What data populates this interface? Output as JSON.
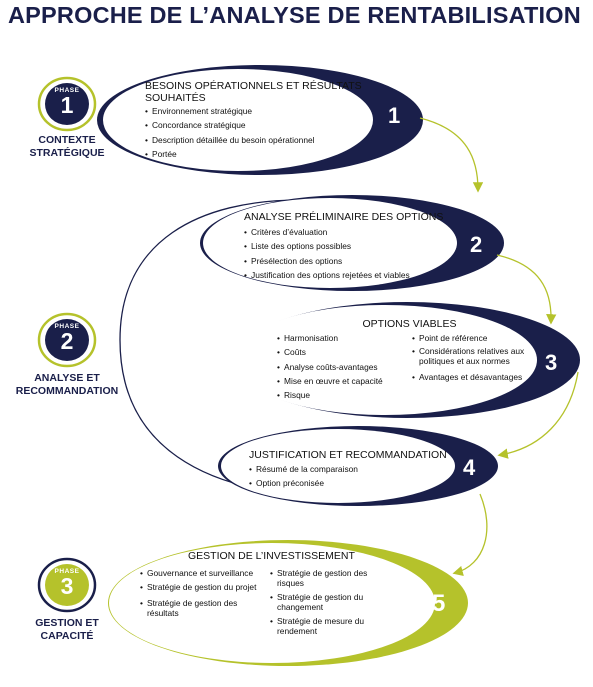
{
  "title": "APPROCHE DE L’ANALYSE DE RENTABILISATION",
  "colors": {
    "navy": "#1a1f4a",
    "olive": "#b5c22b",
    "white": "#ffffff"
  },
  "phases": [
    {
      "badge_word": "PHASE",
      "number": "1",
      "label_line1": "CONTEXTE",
      "label_line2": "STRATÉGIQUE"
    },
    {
      "badge_word": "PHASE",
      "number": "2",
      "label_line1": "ANALYSE ET",
      "label_line2": "RECOMMANDATION"
    },
    {
      "badge_word": "PHASE",
      "number": "3",
      "label_line1": "GESTION ET",
      "label_line2": "CAPACITÉ"
    }
  ],
  "steps": [
    {
      "number": "1",
      "heading_line1": "BESOINS OPÉRATIONNELS ET RÉSULTATS",
      "heading_line2": "SOUHAITÉS",
      "items": [
        "Environnement stratégique",
        "Concordance stratégique",
        "Description détaillée du besoin opérationnel",
        "Portée"
      ]
    },
    {
      "number": "2",
      "heading": "ANALYSE PRÉLIMINAIRE DES OPTIONS",
      "items": [
        "Critères d’évaluation",
        "Liste des options possibles",
        "Présélection des options",
        "Justification des options rejetées et viables"
      ]
    },
    {
      "number": "3",
      "heading": "OPTIONS VIABLES",
      "items_left": [
        "Harmonisation",
        "Coûts",
        "Analyse coûts-avantages",
        "Mise en œuvre et capacité",
        "Risque"
      ],
      "items_right": [
        "Point de référence",
        "Considérations relatives aux politiques et aux normes",
        "Avantages et désavantages"
      ]
    },
    {
      "number": "4",
      "heading": "JUSTIFICATION ET RECOMMANDATION",
      "items": [
        "Résumé de la comparaison",
        "Option préconisée"
      ]
    },
    {
      "number": "5",
      "heading": "GESTION DE L’INVESTISSEMENT",
      "items_left": [
        "Gouvernance et surveillance",
        "Stratégie de gestion du projet",
        "Stratégie de gestion des résultats"
      ],
      "items_right": [
        "Stratégie de gestion des risques",
        "Stratégie de gestion du changement",
        "Stratégie de mesure du rendement"
      ]
    }
  ]
}
